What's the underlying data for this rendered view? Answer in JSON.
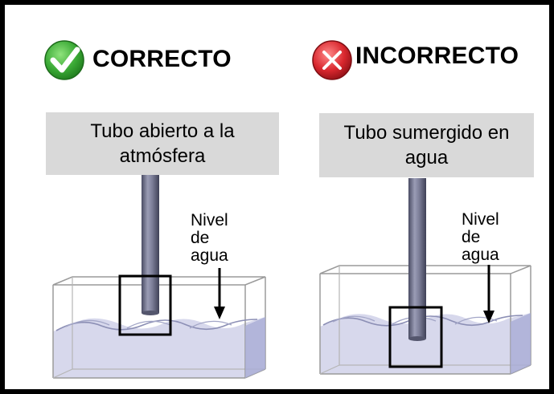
{
  "panels": {
    "correct": {
      "heading": "CORRECTO",
      "label_line1": "Tubo abierto a la",
      "label_line2": "atmósfera",
      "level_line1": "Nivel",
      "level_line2": "de",
      "level_line3": "agua"
    },
    "incorrect": {
      "heading": "INCORRECTO",
      "label_line1": "Tubo sumergido en",
      "label_line2": "agua",
      "level_line1": "Nivel",
      "level_line2": "de",
      "level_line3": "agua"
    }
  },
  "icons": {
    "correct": "check-icon",
    "incorrect": "x-icon"
  },
  "colors": {
    "correct_icon": "#3aa935",
    "incorrect_icon": "#d9272e",
    "label_bg": "#d9d9d9",
    "water": "#c9cbe6",
    "pipe": "#74768f"
  }
}
